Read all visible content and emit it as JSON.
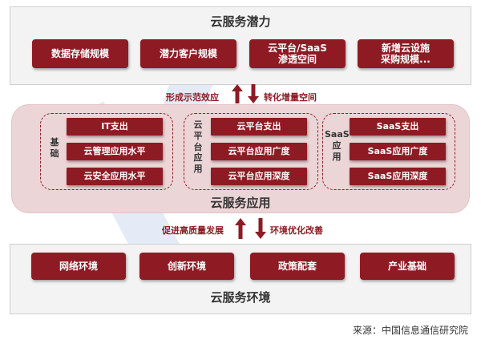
{
  "top": {
    "title": "云服务潜力",
    "buttons": [
      "数据存储规模",
      "潜力客户规模",
      "云平台/SaaS\n渗透空间",
      "新增云设施\n采购规模..."
    ]
  },
  "arrows_top": {
    "left": "形成示范效应",
    "right": "转化增量空间"
  },
  "middle": {
    "title": "云服务应用",
    "groups": [
      {
        "label": "基\n础",
        "items": [
          "IT支出",
          "云管理应用水平",
          "云安全应用水平"
        ]
      },
      {
        "label": "云\n平\n台\n应\n用",
        "items": [
          "云平台支出",
          "云平台应用广度",
          "云平台应用深度"
        ]
      },
      {
        "label": "SaaS\n应\n用",
        "items": [
          "SaaS支出",
          "SaaS应用广度",
          "SaaS应用深度"
        ]
      }
    ]
  },
  "arrows_bottom": {
    "left": "促进高质量发展",
    "right": "环境优化改善"
  },
  "bottom": {
    "title": "云服务环境",
    "buttons": [
      "网络环境",
      "创新环境",
      "政策配套",
      "产业基础"
    ]
  },
  "source": "来源：中国信息通信研究院",
  "colors": {
    "accent": "#8e1b24",
    "panel": "#f3f3f3",
    "middle_bg": "#ecd5d7",
    "watermark": "#cfdcef"
  }
}
